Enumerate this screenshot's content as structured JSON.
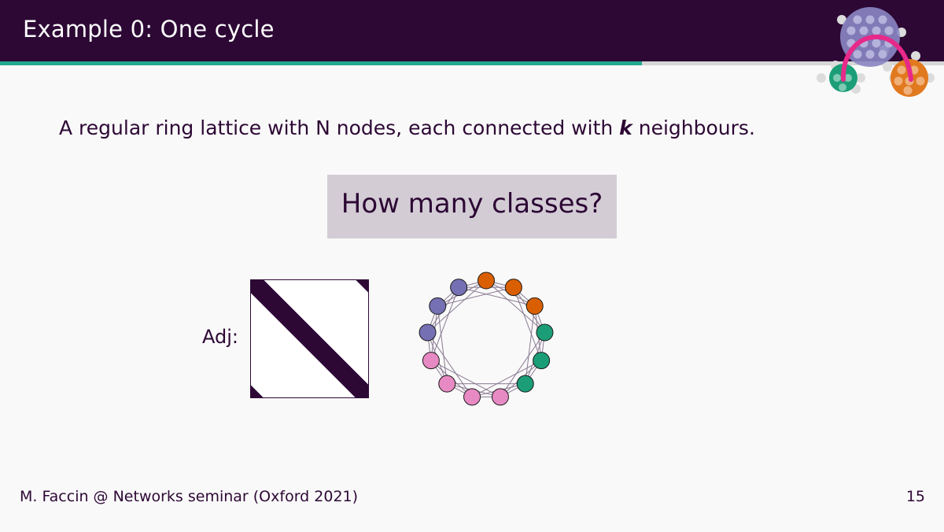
{
  "slide": {
    "title": "Example 0: One cycle",
    "progress_fraction": 0.68,
    "subtitle_prefix": "A regular ring lattice with N nodes, each connected with ",
    "subtitle_k": "k",
    "subtitle_suffix": " neighbours.",
    "question": "How many classes?",
    "adj_label": "Adj:",
    "footer": "M. Faccin @ Networks seminar (Oxford 2021)",
    "page_number": "15"
  },
  "graph": {
    "node_count": 13,
    "neighbor_offsets": [
      1,
      2,
      3
    ],
    "node_colors": [
      "#d95f02",
      "#d95f02",
      "#d95f02",
      "#1b9e77",
      "#1b9e77",
      "#1b9e77",
      "#e78ac3",
      "#e78ac3",
      "#e78ac3",
      "#e78ac3",
      "#7570b3",
      "#7570b3",
      "#7570b3"
    ],
    "edge_color": "#8a7a92"
  },
  "colors": {
    "header_bg": "#2d0835",
    "accent_green": "#22a88f",
    "question_box_bg": "#d3ccd5",
    "logo_purple": "#7570b3",
    "logo_green": "#1b9e77",
    "logo_orange": "#d95f02",
    "logo_link": "#e7298a"
  },
  "icons": {
    "logo": "network-logo-icon"
  }
}
